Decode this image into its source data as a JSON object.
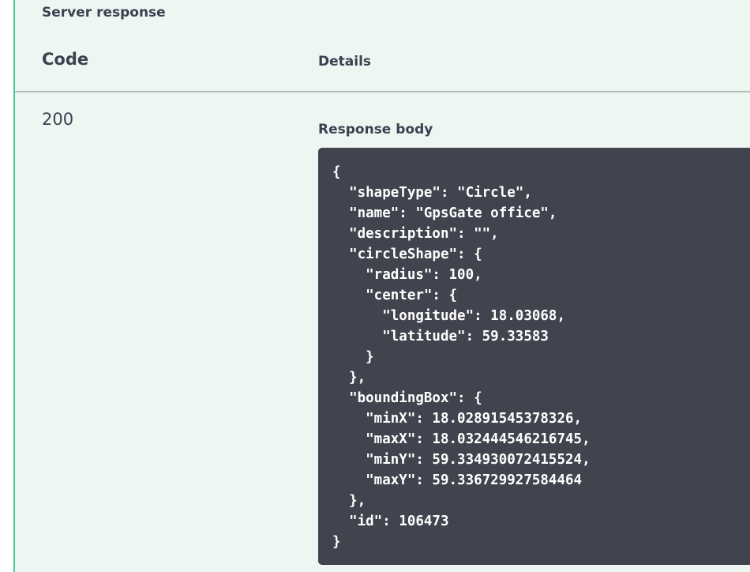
{
  "server_response": {
    "title": "Server response",
    "columns": {
      "code": "Code",
      "details": "Details"
    },
    "row": {
      "code": "200",
      "body_label": "Response body",
      "body": "{\n  \"shapeType\": \"Circle\",\n  \"name\": \"GpsGate office\",\n  \"description\": \"\",\n  \"circleShape\": {\n    \"radius\": 100,\n    \"center\": {\n      \"longitude\": 18.03068,\n      \"latitude\": 59.33583\n    }\n  },\n  \"boundingBox\": {\n    \"minX\": 18.02891545378326,\n    \"maxX\": 18.032444546216745,\n    \"minY\": 59.334930072415524,\n    \"maxY\": 59.336729927584464\n  },\n  \"id\": 106473\n}"
    }
  },
  "colors": {
    "accent": "#49cc90",
    "panel_background": "#edf6f0",
    "code_background": "#41444e",
    "text": "#3b4151"
  }
}
